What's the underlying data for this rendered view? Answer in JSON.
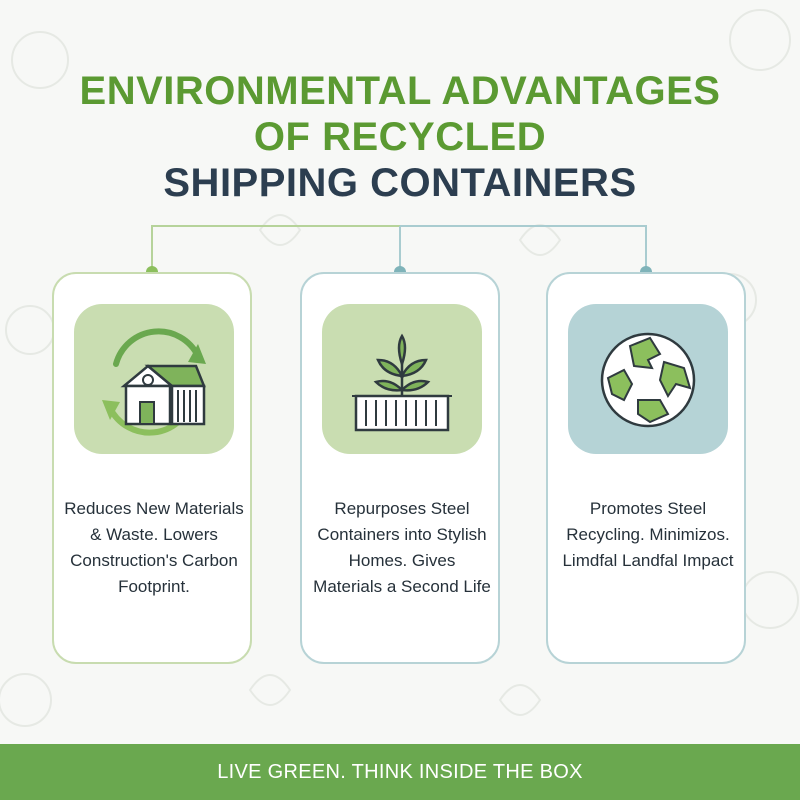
{
  "title": {
    "line1": "ENVIRONMENTAL ADVANTAGES",
    "line2": "OF RECYCLED",
    "line3": "SHIPPING CONTAINERS"
  },
  "colors": {
    "accent_green": "#5b9a32",
    "title_dark": "#2c3e50",
    "card_green": "#c9ddb1",
    "card_teal": "#b5d3d6",
    "footer_green": "#6aa84f"
  },
  "cards": [
    {
      "icon": "house-recycle-icon",
      "text": "Reduces New Materials & Waste. Lowers Construction's Carbon Footprint."
    },
    {
      "icon": "container-plant-icon",
      "text": "Repurposes Steel Containers into Stylish Homes. Gives Materials a Second Life"
    },
    {
      "icon": "recycle-globe-icon",
      "text": "Promotes Steel Recycling. Minimizos. Limdfal Landfal Impact"
    }
  ],
  "footer": {
    "tagline": "LIVE GREEN. THINK INSIDE THE BOX"
  }
}
